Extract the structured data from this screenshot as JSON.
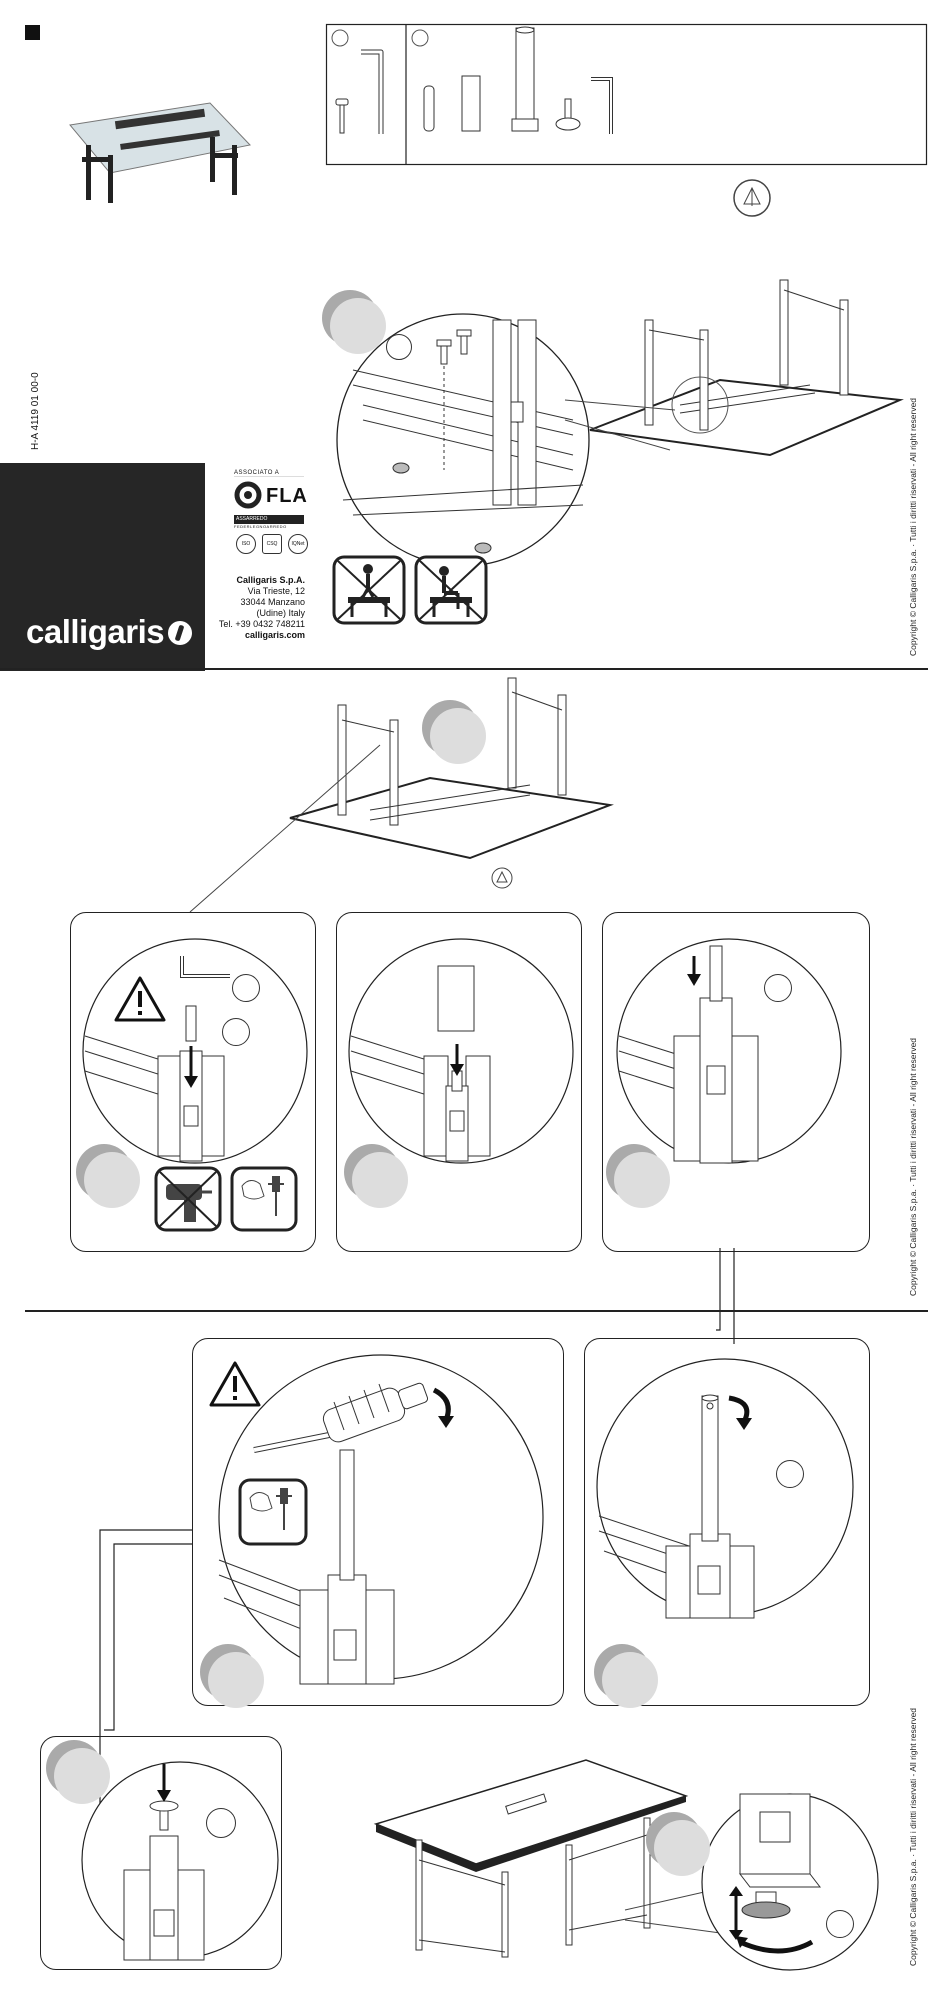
{
  "doc_code": "H-A 4119 01 00-0",
  "brand": {
    "name": "calligaris",
    "company": "Calligaris S.p.A.",
    "street": "Via Trieste, 12",
    "city": "33044 Manzano",
    "region": "(Udine) Italy",
    "phone": "Tel. +39 0432 748211",
    "website": "calligaris.com"
  },
  "association": {
    "label": "ASSOCIATO A",
    "mark": "FLA",
    "bar": "ASSARREDO",
    "sub": "FEDERLEGNOARREDO"
  },
  "certifications": [
    "ISO",
    "CSQ",
    "IQNet"
  ],
  "copyright": "Copyright © Calligaris S.p.a. · Tutti i diritti riservati - All right reserved",
  "icons": {
    "corner_square": "filled-square-icon",
    "warning": "warning-triangle-icon",
    "no_stand": "no-standing-on-table-icon",
    "no_sit": "no-sitting-on-table-icon",
    "no_drill": "no-power-drill-icon",
    "hand_tool": "hand-screwdriver-icon",
    "hardware_bag": "hardware-bag-icon",
    "rotate": "rotate-arrow-icon",
    "down_arrow": "down-arrow-icon"
  },
  "colors": {
    "brand_block": "#262626",
    "step_badge": "#aaaaaa",
    "step_shadow": "#dddddd",
    "line": "#222222"
  }
}
